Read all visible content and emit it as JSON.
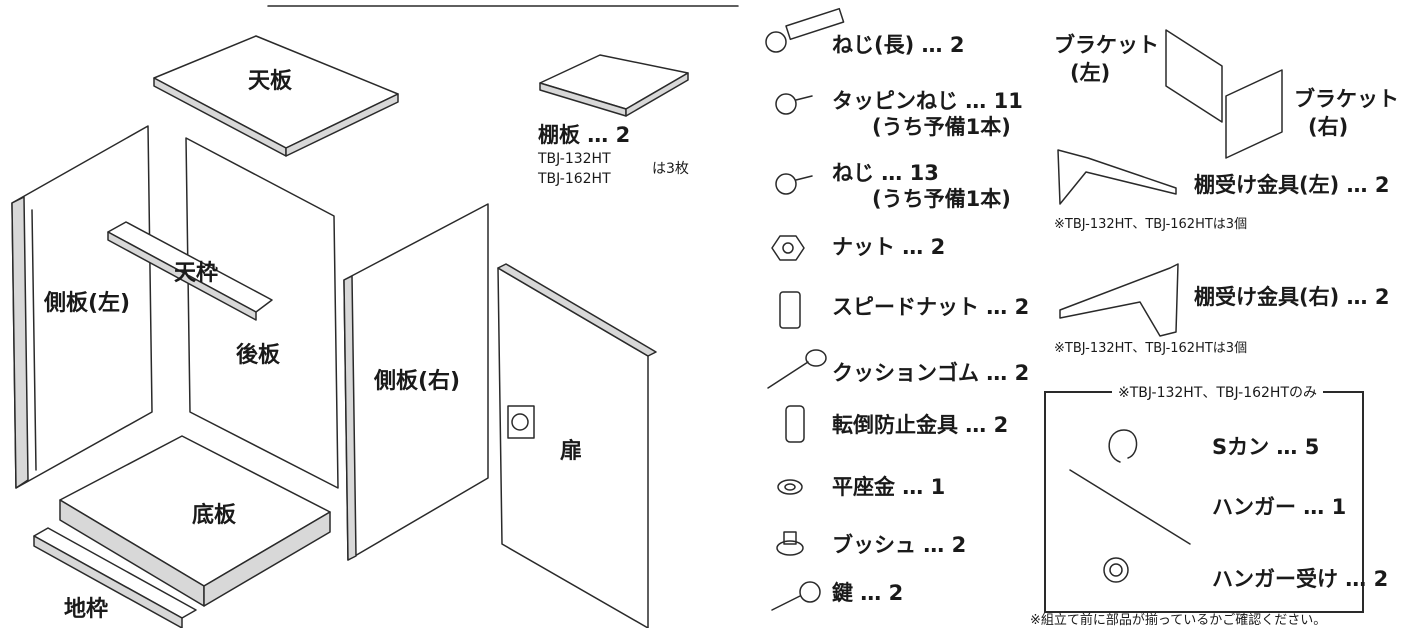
{
  "panels": {
    "top_board": "天板",
    "shelf": "棚板 … 2",
    "shelf_model_1": "TBJ-132HT",
    "shelf_model_2": "TBJ-162HT",
    "shelf_note": "は3枚",
    "side_left": "側板(左)",
    "top_frame": "天枠",
    "back_board": "後板",
    "side_right": "側板(右)",
    "door": "扉",
    "bottom_board": "底板",
    "base_frame": "地枠"
  },
  "hardware": {
    "screw_long": "ねじ(長) … 2",
    "tapping_screw": "タッピンねじ … 11",
    "tapping_screw_note": "(うち予備1本)",
    "screw": "ねじ … 13",
    "screw_note": "(うち予備1本)",
    "nut": "ナット … 2",
    "speed_nut": "スピードナット … 2",
    "cushion_rubber": "クッションゴム … 2",
    "anti_tip": "転倒防止金具 … 2",
    "washer": "平座金 … 1",
    "bush": "ブッシュ … 2",
    "key": "鍵 … 2"
  },
  "brackets": {
    "bracket_left_1": "ブラケット",
    "bracket_left_2": "(左)",
    "bracket_right_1": "ブラケット",
    "bracket_right_2": "(右)",
    "shelf_support_left": "棚受け金具(左) … 2",
    "shelf_support_left_note": "※TBJ-132HT、TBJ-162HTは3個",
    "shelf_support_right": "棚受け金具(右) … 2",
    "shelf_support_right_note": "※TBJ-132HT、TBJ-162HTは3個"
  },
  "option_box": {
    "title": "※TBJ-132HT、TBJ-162HTのみ",
    "s_hook": "Sカン … 5",
    "hanger": "ハンガー … 1",
    "hanger_holder": "ハンガー受け … 2"
  },
  "footer_note": "※組立て前に部品が揃っているかご確認ください。"
}
